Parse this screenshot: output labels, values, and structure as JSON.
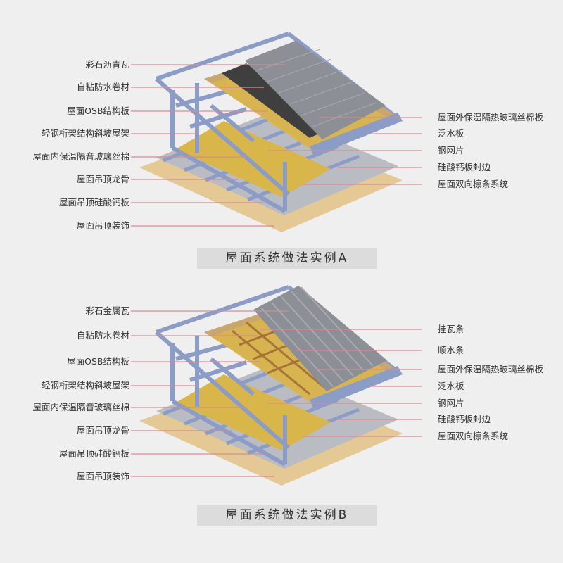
{
  "diagram_a": {
    "caption": "屋面系统做法实例A",
    "left_labels": [
      "彩石沥青瓦",
      "自粘防水卷材",
      "屋面OSB结构板",
      "轻钢桁架结构斜坡屋架",
      "屋面内保温隔音玻璃丝棉",
      "屋面吊顶龙骨",
      "屋面吊顶硅酸钙板",
      "屋面吊顶装饰"
    ],
    "right_labels": [
      "屋面外保温隔热玻璃丝棉板",
      "泛水板",
      "钢网片",
      "硅酸钙板封边",
      "屋面双向檩条系统"
    ]
  },
  "diagram_b": {
    "caption": "屋面系统做法实例B",
    "left_labels": [
      "彩石金属瓦",
      "自粘防水卷材",
      "屋面OSB结构板",
      "轻钢桁架结构斜坡屋架",
      "屋面内保温隔音玻璃丝棉",
      "屋面吊顶龙骨",
      "屋面吊顶硅酸钙板",
      "屋面吊顶装饰"
    ],
    "right_labels": [
      "挂瓦条",
      "顺水条",
      "屋面外保温隔热玻璃丝棉板",
      "泛水板",
      "钢网片",
      "硅酸钙板封边",
      "屋面双向檩条系统"
    ]
  },
  "colors": {
    "leader_line": "#d98a92",
    "steel": "#8b9cc7",
    "insulation": "#d9b64a",
    "osb": "#c9a66b",
    "shingle": "#8c8f96",
    "ceiling_board": "#b9bcc2",
    "ceiling_decor": "#e5c994",
    "membrane": "#3f3f3f"
  }
}
